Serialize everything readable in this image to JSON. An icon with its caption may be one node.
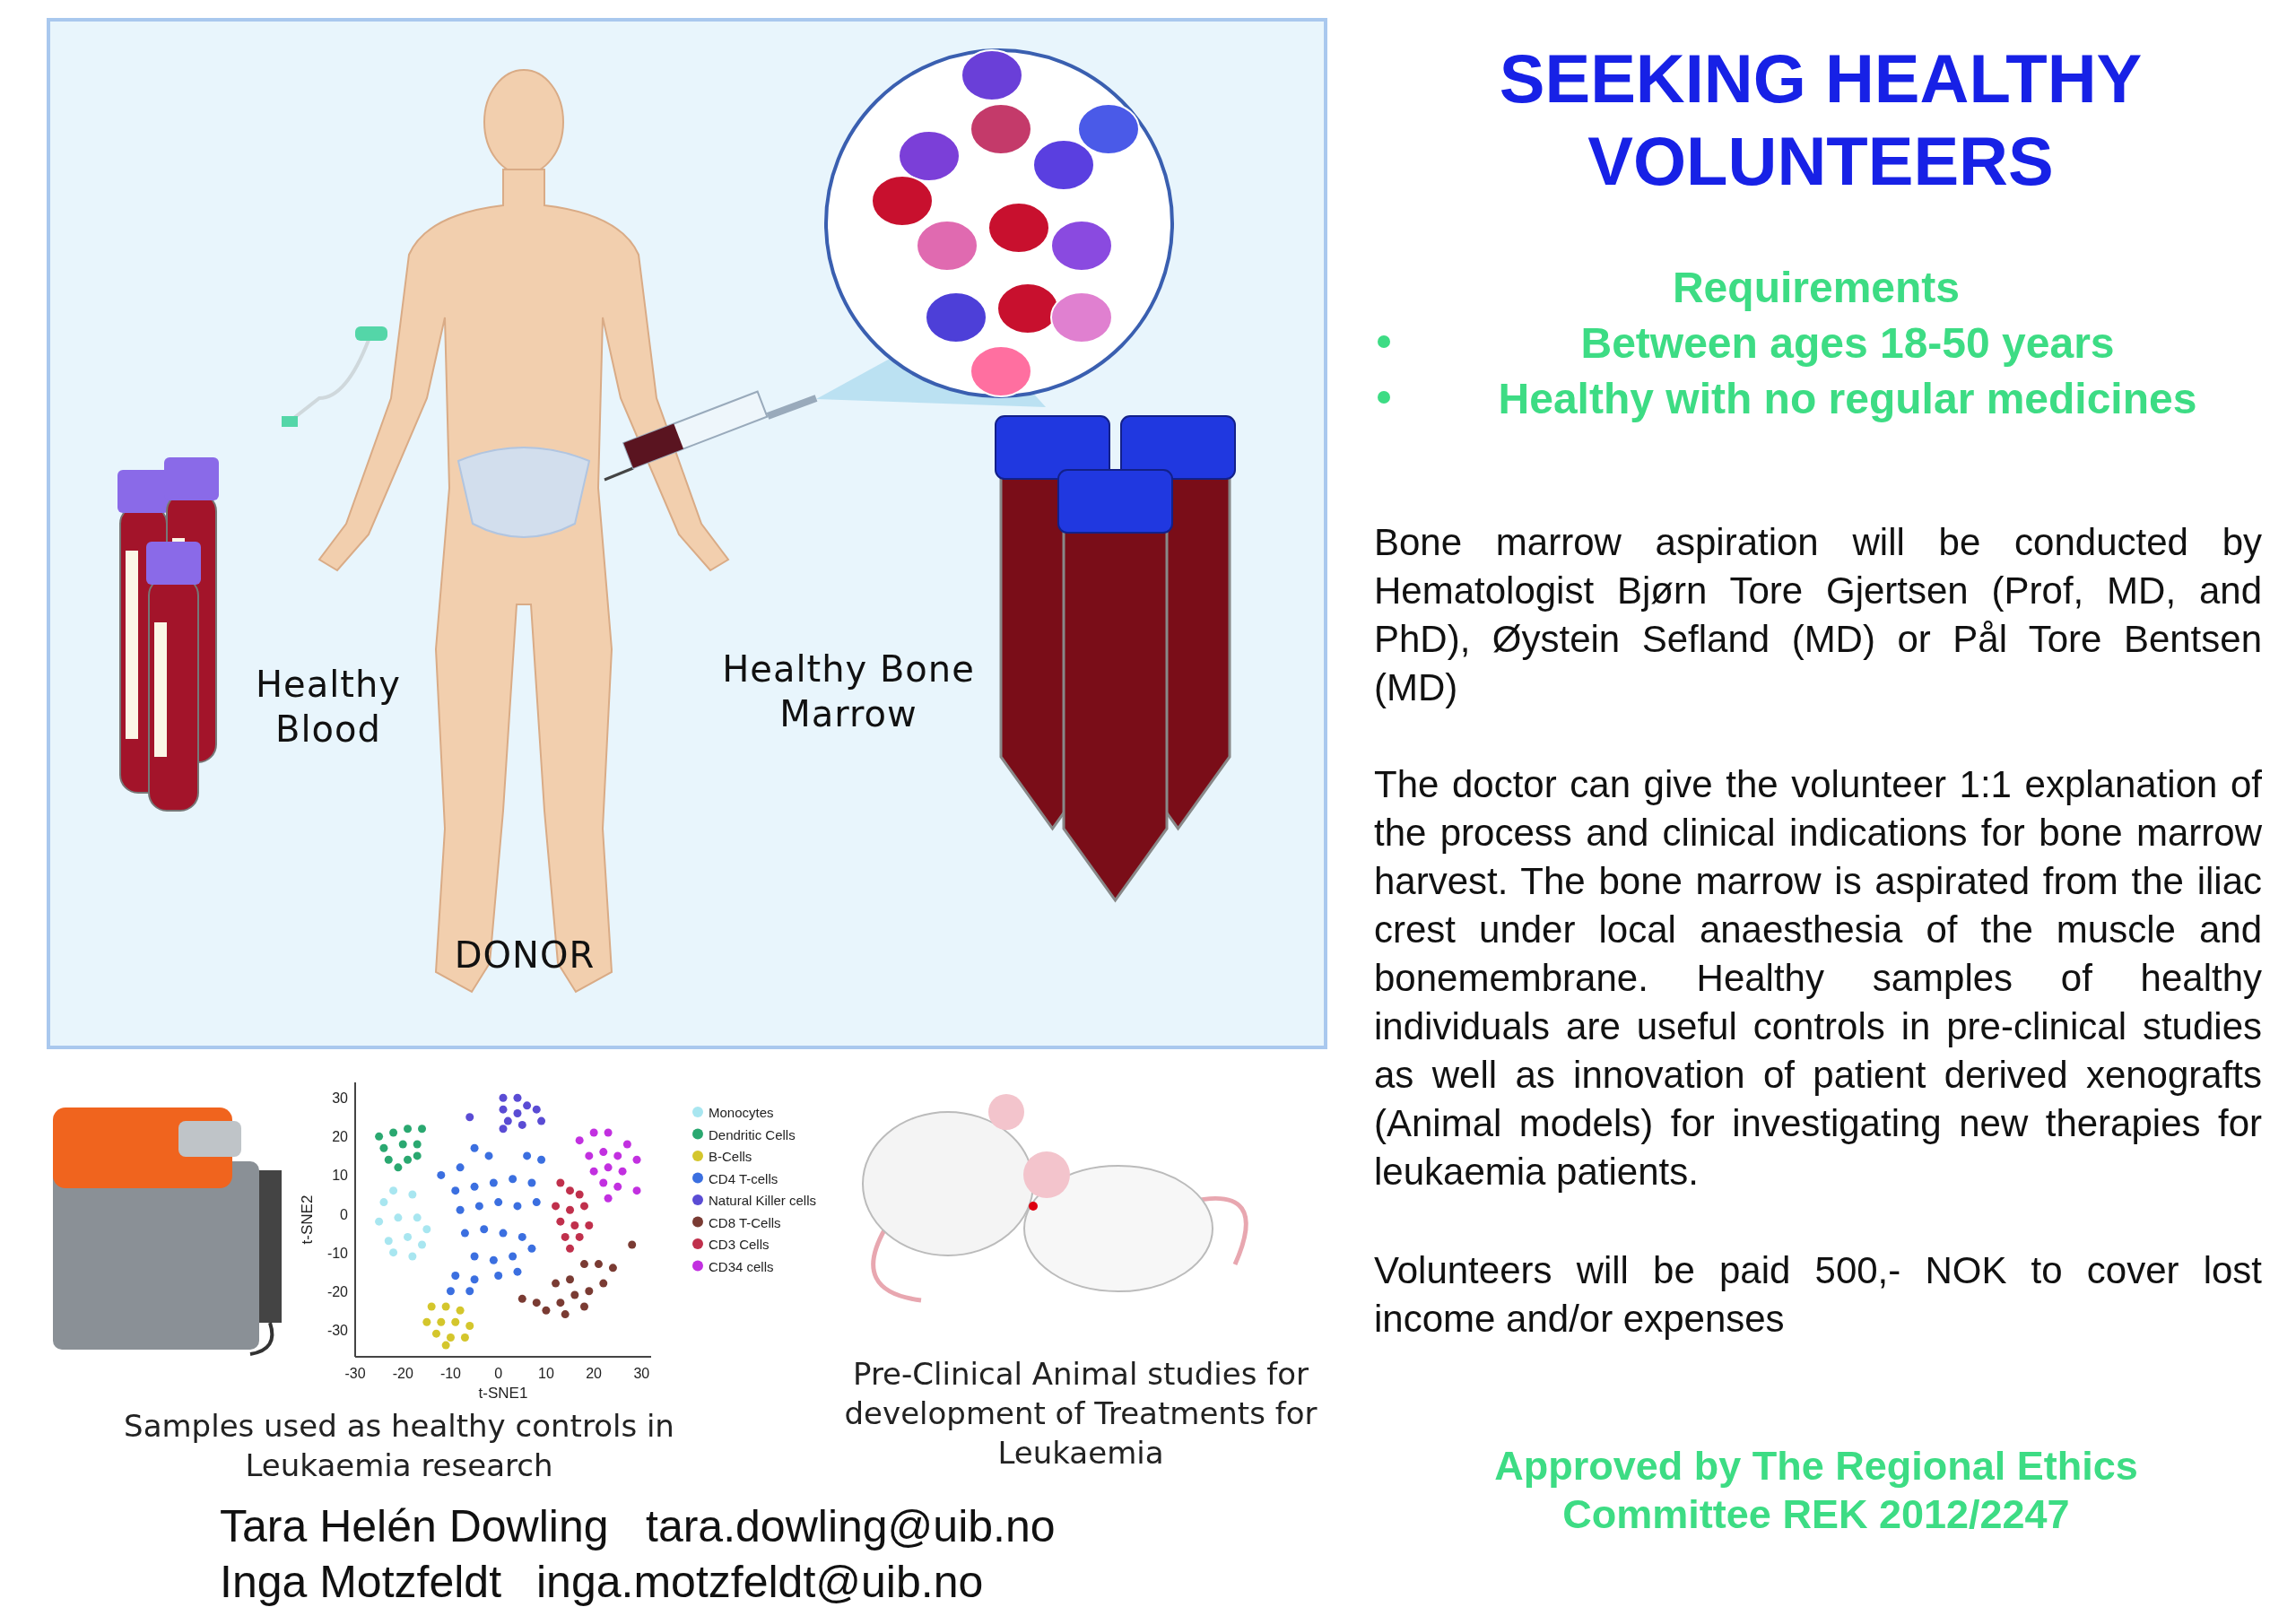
{
  "diagram": {
    "title": "SEEKING HEALTHY VOLUNTEERS",
    "nodes": [
      {
        "text": [
          "Healthy Blood",
          "Healthy Bone Marrow",
          "DONOR"
        ]
      }
    ],
    "labels": [
      "Requirements",
      "Between ages 18-50 years",
      "Healthy with no regular medicines",
      "Bone marrow aspiration will be conducted by Hematologist Bjørn Tore Gjertsen (Prof, MD, and PhD), Øystein Sefland (MD) or Pål Tore Bentsen (MD)",
      "The doctor can give the volunteer 1:1 explanation of the process and clinical indications for bone marrow harvest. The bone marrow is aspirated from the iliac crest under local anaesthesia of the muscle and bonemembrane. Healthy samples of healthy individuals are useful controls in pre-clinical studies as well as innovation of patient derived xenografts (Animal models) for investigating new therapies for leukaemia patients.",
      "Volunteers will be paid 500,- NOK to cover lost income and/or expenses",
      "Approved by The Regional Ethics Committee REK 2012/2247",
      "Samples used as healthy controls in Leukaemia research",
      "Pre-Clinical Animal studies for development of Treatments for Leukaemia",
      "Tara Helén Dowling",
      "tara.dowling@uib.no",
      "Inga Motzfeldt",
      "inga.motzfeldt@uib.no"
    ],
    "chart_data": {
      "type": "scatter",
      "xlabel": "t-SNE1",
      "ylabel": "t-SNE2",
      "legend": "right",
      "xlim": [
        -30,
        32
      ],
      "ylim": [
        -37,
        34
      ],
      "xticks": [
        -30,
        -20,
        -10,
        0,
        10,
        20,
        30
      ],
      "yticks": [
        -30,
        -20,
        -10,
        0,
        10,
        20,
        30
      ],
      "series": [
        {
          "name": "Monocytes",
          "color": "#a8e6f0",
          "x": [
            -24,
            -22,
            -18,
            -25,
            -21,
            -17,
            -23,
            -19,
            -15,
            -22,
            -18,
            -16
          ],
          "values": [
            3,
            6,
            5,
            -2,
            -1,
            -1,
            -7,
            -6,
            -4,
            -10,
            -11,
            -8
          ]
        },
        {
          "name": "Dendritic Cells",
          "color": "#2aa870",
          "x": [
            -25,
            -22,
            -19,
            -16,
            -24,
            -20,
            -17,
            -23,
            -19,
            -21,
            -17
          ],
          "values": [
            20,
            21,
            22,
            22,
            17,
            18,
            18,
            14,
            14,
            12,
            15
          ]
        },
        {
          "name": "B-Cells",
          "color": "#d4c62c",
          "x": [
            -14,
            -11,
            -8,
            -15,
            -12,
            -9,
            -6,
            -13,
            -10,
            -7,
            -11
          ],
          "values": [
            -24,
            -24,
            -25,
            -28,
            -28,
            -28,
            -29,
            -31,
            -32,
            -32,
            -34
          ]
        },
        {
          "name": "CD4 T-cells",
          "color": "#3b6fe0",
          "x": [
            -12,
            -8,
            -5,
            -2,
            6,
            9,
            -9,
            -5,
            -1,
            3,
            7,
            -8,
            -4,
            0,
            4,
            8,
            -7,
            -3,
            1,
            5,
            -5,
            -1,
            3,
            7,
            -9,
            -5,
            0,
            4,
            -10,
            -6
          ],
          "values": [
            10,
            12,
            17,
            15,
            15,
            14,
            6,
            7,
            8,
            9,
            8,
            1,
            2,
            3,
            2,
            3,
            -5,
            -4,
            -5,
            -6,
            -11,
            -12,
            -11,
            -9,
            -16,
            -17,
            -16,
            -15,
            -20,
            -20
          ]
        },
        {
          "name": "Natural Killer cells",
          "color": "#5a4cd4",
          "x": [
            -6,
            1,
            4,
            6,
            1,
            4,
            8,
            2,
            5,
            9,
            1
          ],
          "values": [
            25,
            30,
            30,
            28,
            27,
            26,
            27,
            24,
            23,
            24,
            22
          ]
        },
        {
          "name": "CD8 T-Cells",
          "color": "#7a3b33",
          "x": [
            5,
            8,
            10,
            13,
            12,
            15,
            18,
            21,
            24,
            16,
            19,
            22,
            18,
            14,
            28
          ],
          "values": [
            -22,
            -23,
            -25,
            -23,
            -18,
            -17,
            -13,
            -13,
            -14,
            -21,
            -20,
            -18,
            -24,
            -26,
            -8
          ]
        },
        {
          "name": "CD3 Cells",
          "color": "#c0304c",
          "x": [
            13,
            15,
            17,
            12,
            15,
            18,
            13,
            16,
            19,
            14,
            17,
            15
          ],
          "values": [
            8,
            6,
            5,
            2,
            1,
            2,
            -2,
            -3,
            -3,
            -6,
            -6,
            -9
          ]
        },
        {
          "name": "CD34 cells",
          "color": "#c230e0",
          "x": [
            17,
            20,
            23,
            27,
            19,
            22,
            25,
            29,
            20,
            23,
            26,
            22,
            25,
            29,
            23
          ],
          "values": [
            19,
            21,
            21,
            18,
            15,
            16,
            15,
            14,
            11,
            12,
            11,
            8,
            7,
            6,
            4
          ]
        }
      ]
    }
  }
}
